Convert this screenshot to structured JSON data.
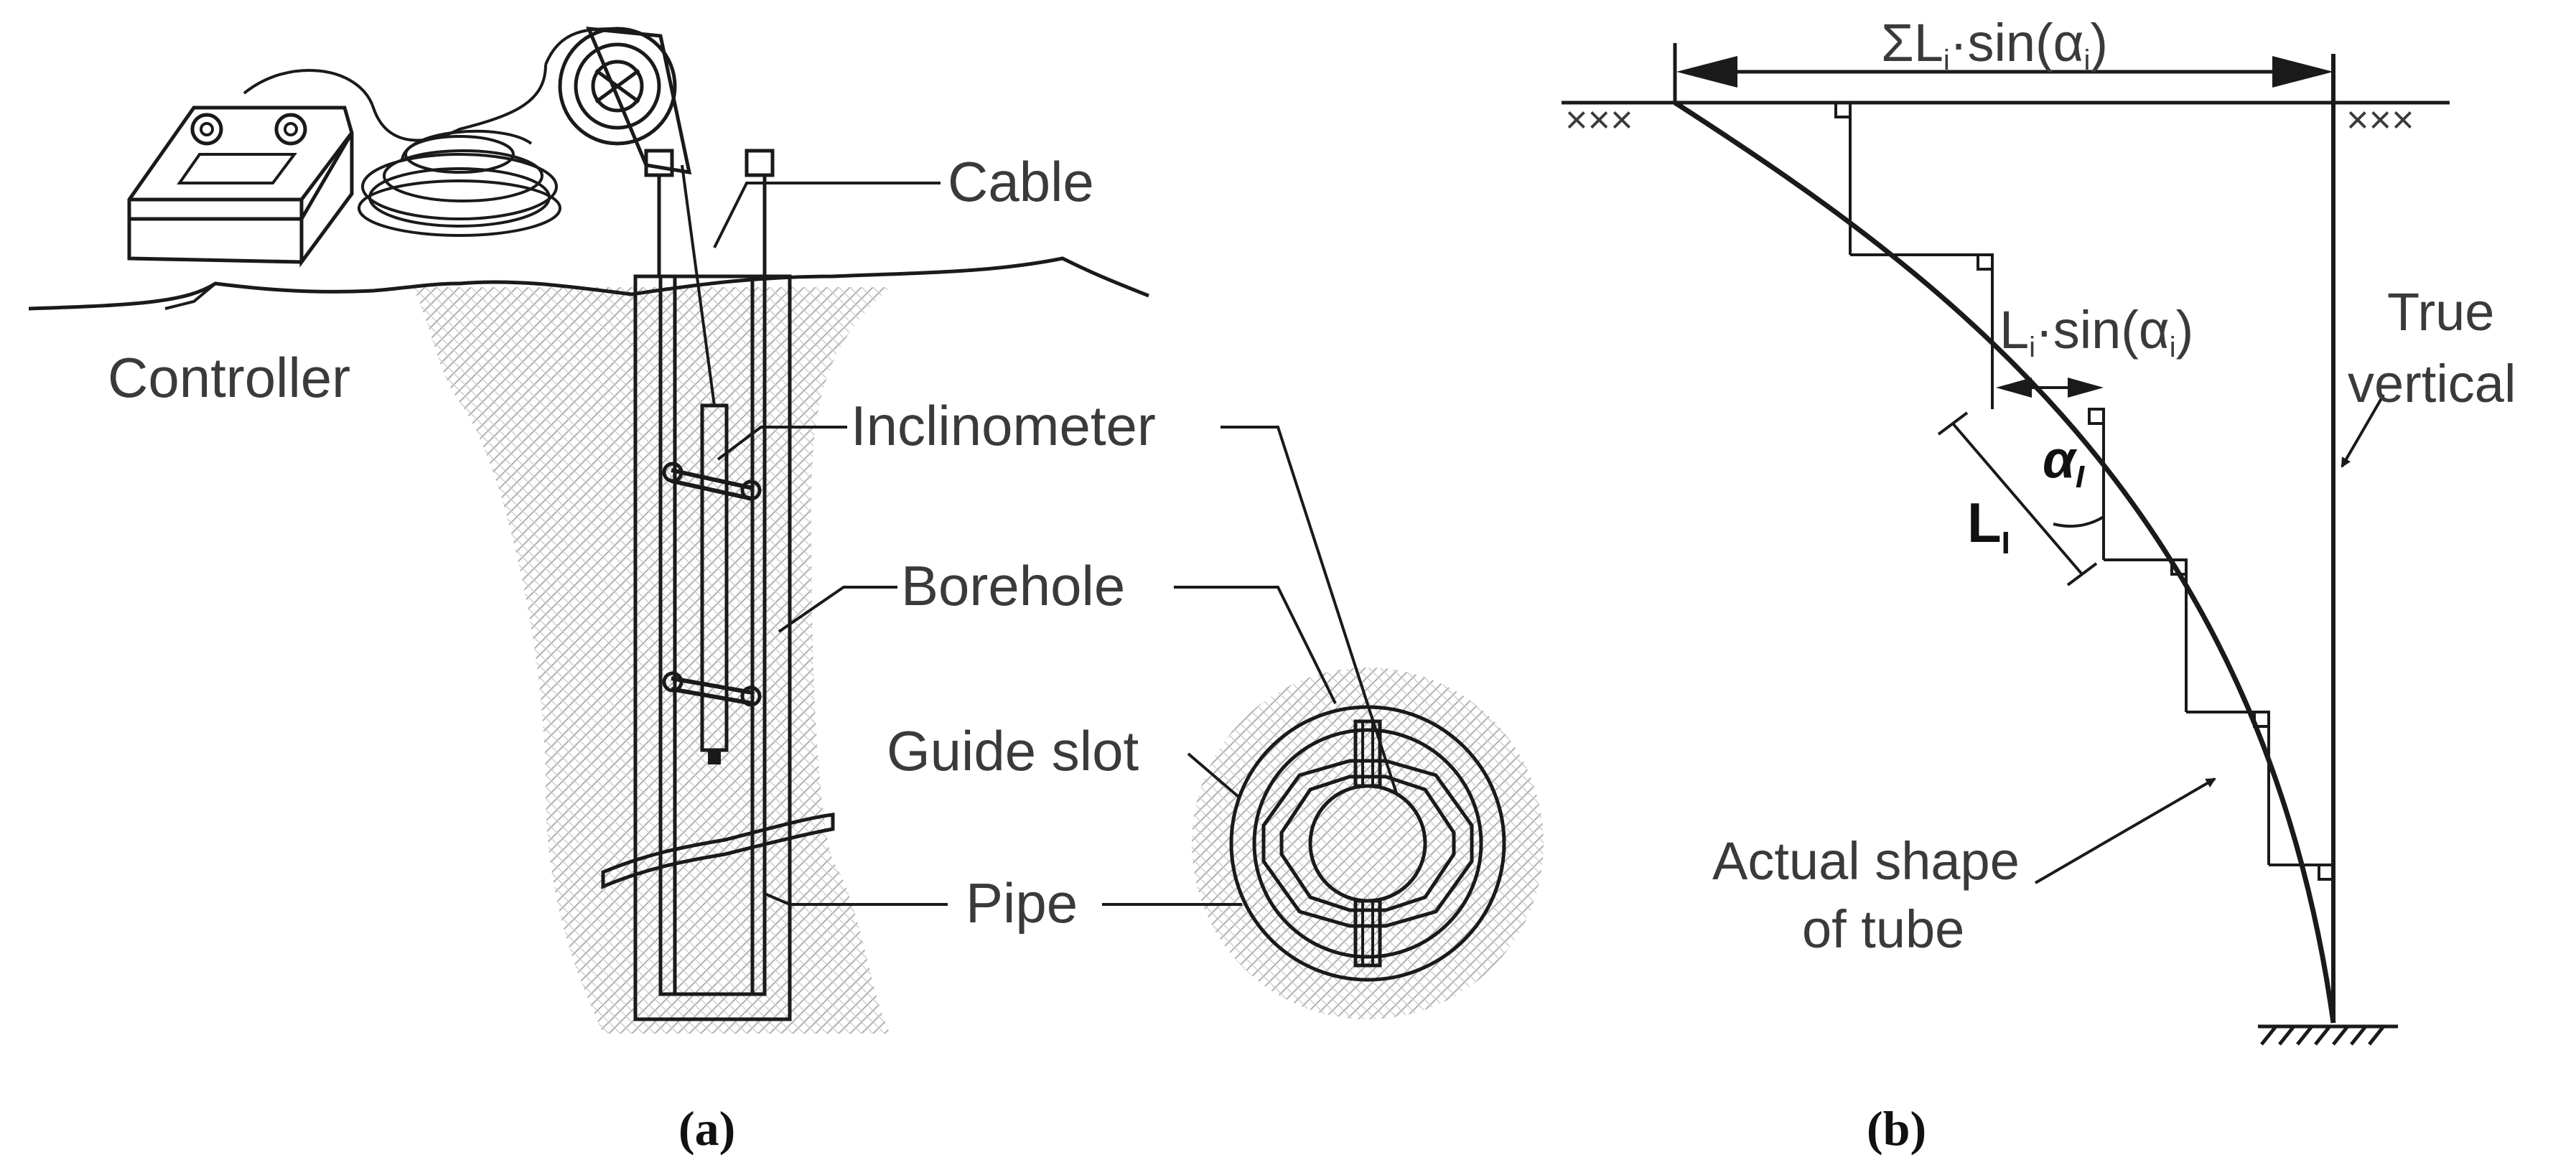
{
  "panel_a": {
    "caption": "(a)",
    "labels": {
      "cable": "Cable",
      "controller": "Controller",
      "inclinometer": "Inclinometer",
      "borehole": "Borehole",
      "guide_slot": "Guide slot",
      "pipe": "Pipe"
    }
  },
  "panel_b": {
    "caption": "(b)",
    "labels": {
      "sum_prefix": "ΣL",
      "sum_sub": "i",
      "sum_mid": "·sin(α",
      "sum_sub2": "i",
      "sum_end": ")",
      "step_prefix": "L",
      "step_sub": "i",
      "step_mid": "·sin(α",
      "step_sub2": "i",
      "step_end": ")",
      "true_vertical_line1": "True",
      "true_vertical_line2": "vertical",
      "alpha_main": "α",
      "alpha_sub": "I",
      "length_main": "L",
      "length_sub": "I",
      "actual_line1": "Actual shape",
      "actual_line2": "of tube",
      "ground_marks_left": "×××",
      "ground_marks_right": "×××"
    }
  },
  "colors": {
    "line": "#1a1a1a",
    "label_text": "#3a3a3a",
    "soil": "#bdbdbd"
  }
}
